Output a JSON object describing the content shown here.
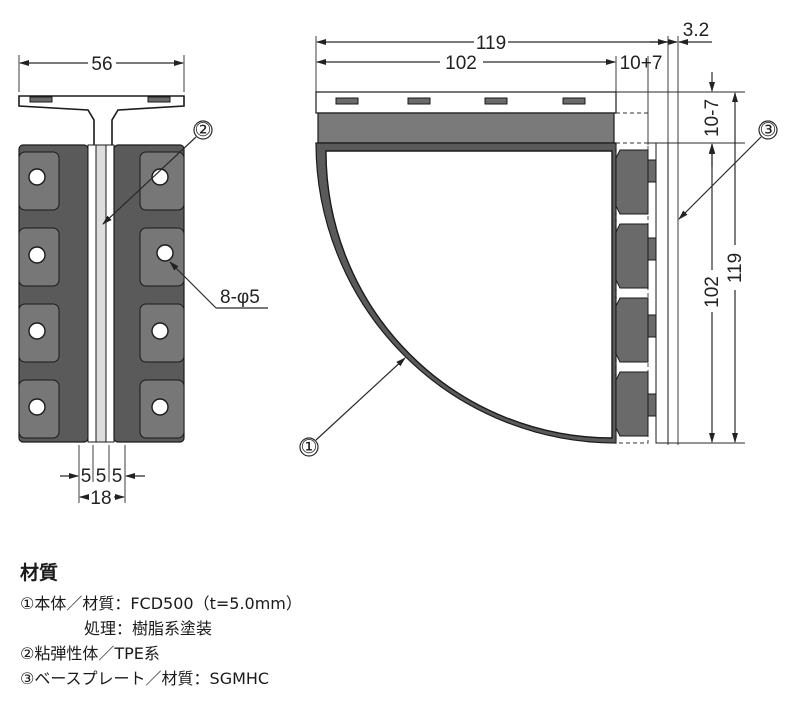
{
  "drawing": {
    "left_view": {
      "width_dim": "56",
      "gap_dims": [
        "5",
        "5",
        "5"
      ],
      "total_dim": "18",
      "hole_callout": "8-φ5",
      "part_marker": "②"
    },
    "right_view": {
      "top_overall_dim": "119",
      "top_inner_dim": "102",
      "top_small_dim": "10+7",
      "side_thickness_dim": "3.2",
      "side_small_dim": "10-7",
      "side_inner_dim": "102",
      "side_overall_dim": "119",
      "marker_body": "①",
      "marker_base": "③"
    }
  },
  "materials": {
    "heading": "材質",
    "lines": [
      "①本体／材質：FCD500（t=5.0mm）",
      "　　　　処理：樹脂系塗装",
      "②粘弾性体／TPE系",
      "③ベースプレート／材質：SGMHC"
    ]
  }
}
